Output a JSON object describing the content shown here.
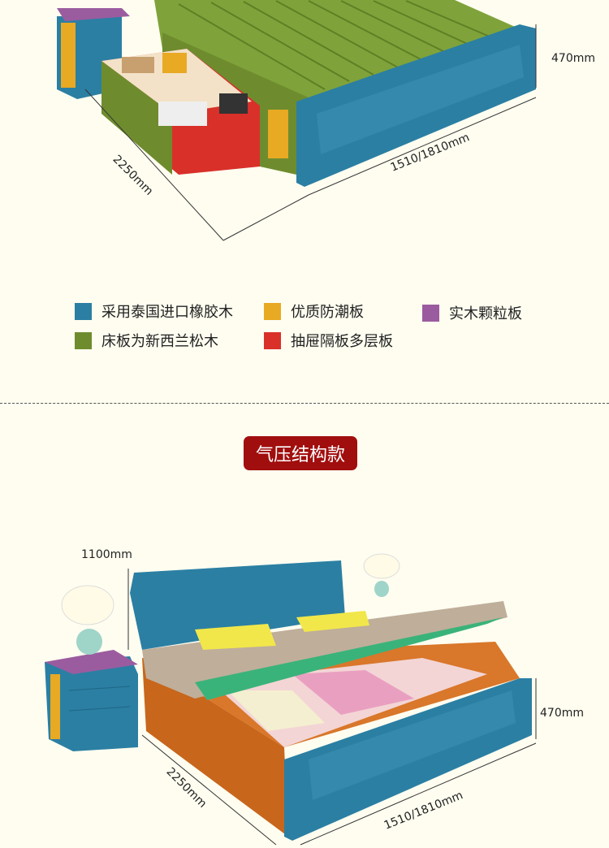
{
  "top_diagram": {
    "height_label": "470mm",
    "length_label": "2250mm",
    "width_label": "1510/1810mm"
  },
  "legend": {
    "items": [
      {
        "label": "采用泰国进口橡胶木",
        "color": "#2b7fa3"
      },
      {
        "label": "优质防潮板",
        "color": "#e8a923"
      },
      {
        "label": "实木颗粒板",
        "color": "#9b5c9f"
      },
      {
        "label": "床板为新西兰松木",
        "color": "#6e8c2e"
      },
      {
        "label": "抽屉隔板多层板",
        "color": "#d9302a"
      }
    ]
  },
  "section_badge": {
    "label": "气压结构款",
    "color": "#a10e0e"
  },
  "bottom_diagram": {
    "headboard_height_label": "1100mm",
    "height_label": "470mm",
    "length_label": "2250mm",
    "width_label": "1510/1810mm"
  }
}
